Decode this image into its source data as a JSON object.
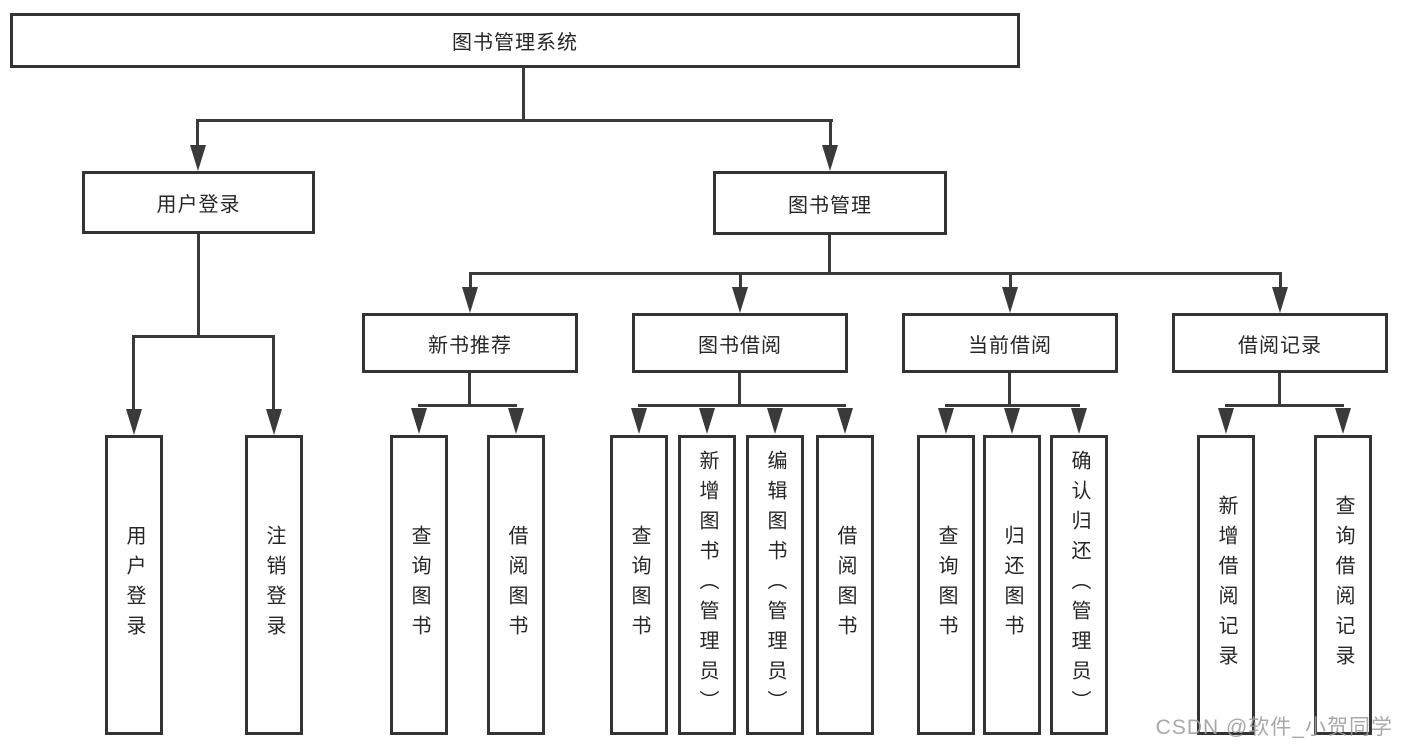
{
  "diagram": {
    "type": "tree",
    "nodes": {
      "root": {
        "label": "图书管理系统"
      },
      "level2": [
        {
          "label": "用户登录",
          "parent": "图书管理系统"
        },
        {
          "label": "图书管理",
          "parent": "图书管理系统"
        }
      ],
      "level3": [
        {
          "label": "新书推荐",
          "parent": "图书管理"
        },
        {
          "label": "图书借阅",
          "parent": "图书管理"
        },
        {
          "label": "当前借阅",
          "parent": "图书管理"
        },
        {
          "label": "借阅记录",
          "parent": "图书管理"
        }
      ],
      "leaves": [
        {
          "label": "用户登录",
          "parent": "用户登录"
        },
        {
          "label": "注销登录",
          "parent": "用户登录"
        },
        {
          "label": "查询图书",
          "parent": "新书推荐"
        },
        {
          "label": "借阅图书",
          "parent": "新书推荐"
        },
        {
          "label": "查询图书",
          "parent": "图书借阅"
        },
        {
          "label": "新增图书（管理员）",
          "parent": "图书借阅"
        },
        {
          "label": "编辑图书（管理员）",
          "parent": "图书借阅"
        },
        {
          "label": "借阅图书",
          "parent": "图书借阅"
        },
        {
          "label": "查询图书",
          "parent": "当前借阅"
        },
        {
          "label": "归还图书",
          "parent": "当前借阅"
        },
        {
          "label": "确认归还（管理员）",
          "parent": "当前借阅"
        },
        {
          "label": "新增借阅记录",
          "parent": "借阅记录"
        },
        {
          "label": "查询借阅记录",
          "parent": "借阅记录"
        }
      ]
    },
    "colors": {
      "line": "#3a3a3a",
      "border": "#333333",
      "text": "#262626",
      "background": "#ffffff",
      "watermark": "#9e9e9e"
    },
    "watermark": "CSDN @软件_小贺同学"
  }
}
